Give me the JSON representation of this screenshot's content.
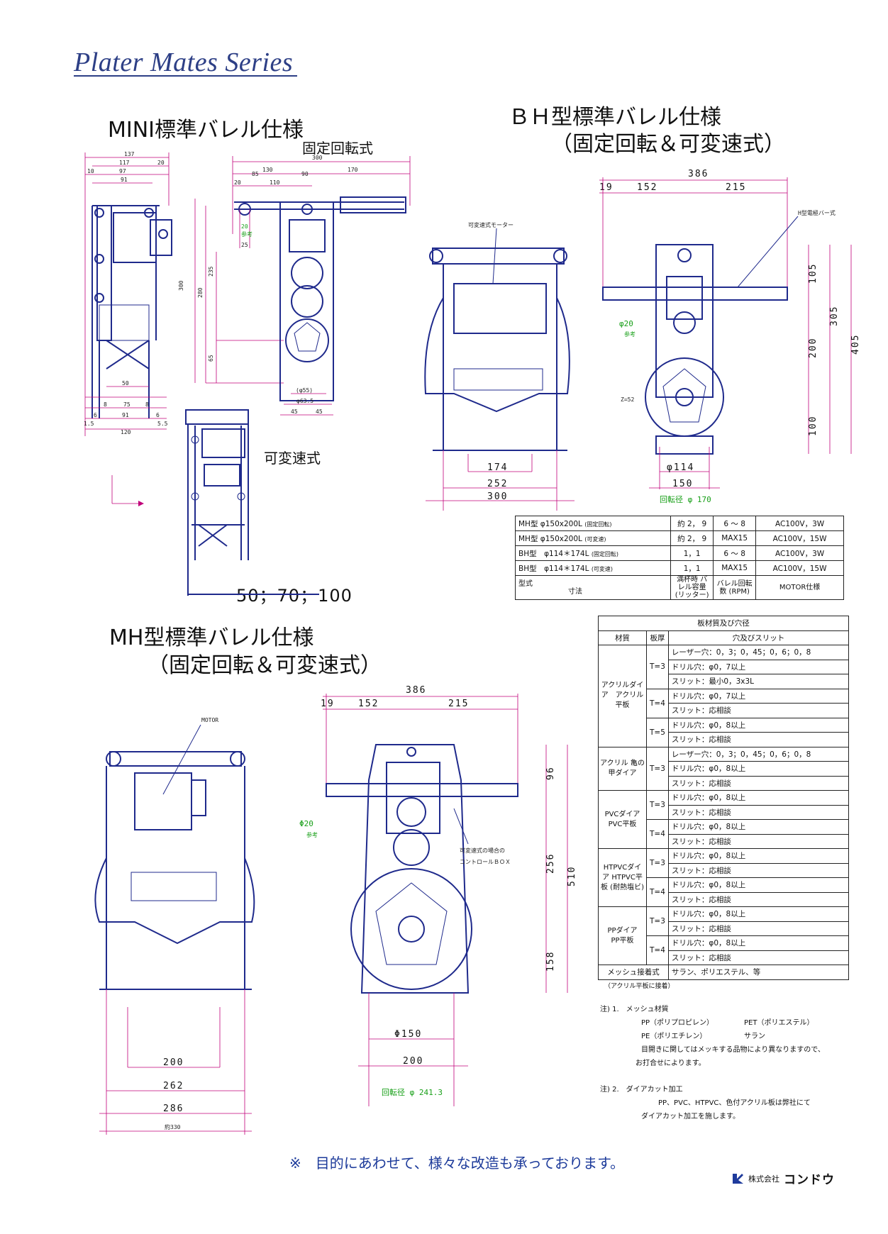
{
  "series_title": "Plater Mates Series",
  "mini": {
    "heading": "MINI標準バレル仕様",
    "fixed_caption": "固定回転式",
    "variable_caption": "可変速式",
    "size_label": "50；70；100",
    "dims": {
      "d137": "137",
      "d117": "117",
      "d20a": "20",
      "d10a": "10",
      "d97": "97",
      "d91a": "91",
      "d300a": "300",
      "d130": "130",
      "d170": "170",
      "d85": "85",
      "d90": "90",
      "d110": "110",
      "d20b": "20",
      "d20c": "20",
      "d25": "25",
      "d300b": "300",
      "d280": "280",
      "d235": "235",
      "d65": "65",
      "d50": "50",
      "d75": "75",
      "d91b": "91",
      "d120": "120",
      "d8a": "8",
      "d8b": "8",
      "d6a": "6",
      "d6b": "6",
      "d15a": "1.5",
      "d15b": "5.5",
      "d55": "(φ55)",
      "d635": "φ63.5",
      "d45a": "45",
      "d45b": "45",
      "ref": "参考"
    }
  },
  "bh": {
    "heading_line1": "ＢＨ型標準バレル仕様",
    "heading_line2": "（固定回転＆可変速式）",
    "motor_label": "可変速式モーター",
    "electrode_label": "H型電極バー式",
    "dims": {
      "d386": "386",
      "d19": "19",
      "d152": "152",
      "d215": "215",
      "d105": "105",
      "d305": "305",
      "d405": "405",
      "d200": "200",
      "d100": "100",
      "d174": "174",
      "d252": "252",
      "d300": "300",
      "d114": "φ114",
      "d150": "150",
      "z52": "Z=52",
      "d20": "φ20",
      "ref": "参考",
      "rot_dia": "回転径 φ 170"
    }
  },
  "spec_table": {
    "rows": [
      {
        "model": "MH型 φ150x200L",
        "note": "(固定回転)",
        "capacity": "約 2， 9",
        "rpm": "6 ～ 8",
        "motor": "AC100V，3W"
      },
      {
        "model": "MH型 φ150x200L",
        "note": "(可変速)",
        "capacity": "約 2， 9",
        "rpm": "MAX15",
        "motor": "AC100V，15W"
      },
      {
        "model": "BH型　φ114＊174L",
        "note": "(固定回転)",
        "capacity": "1，1",
        "rpm": "6 ～ 8",
        "motor": "AC100V，3W"
      },
      {
        "model": "BH型　φ114＊174L",
        "note": "(可変速)",
        "capacity": "1，1",
        "rpm": "MAX15",
        "motor": "AC100V，15W"
      }
    ],
    "footer": {
      "type_label": "型式",
      "dim_label": "寸法",
      "capacity_label": "満杯時 バレル容量 (リッター)",
      "rpm_label": "バレル回転数 (RPM)",
      "motor_label": "MOTOR仕様"
    }
  },
  "mh": {
    "heading_line1": "MH型標準バレル仕様",
    "heading_line2": "（固定回転＆可変速式）",
    "motor_label": "MOTOR",
    "control_label_1": "可変速式の場合の",
    "control_label_2": "コントロールＢＯＸ",
    "dims": {
      "d386": "386",
      "d19": "19",
      "d152": "152",
      "d215": "215",
      "d96": "96",
      "d256": "256",
      "d510": "510",
      "d158": "158",
      "d20": "Φ20",
      "ref": "参考",
      "d150": "Φ150",
      "d200b": "200",
      "rot_dia": "回転径 φ 241.3",
      "d200": "200",
      "d262": "262",
      "d286": "286",
      "d330": "約330"
    }
  },
  "material_table": {
    "title": "板材質及び穴径",
    "header": {
      "material": "材質",
      "thickness": "板厚",
      "holes": "穴及びスリット"
    },
    "groups": [
      {
        "name": "アクリルダイア　アクリル平板",
        "subgroups": [
          {
            "t": "T=3",
            "rows": [
              "レーザー穴：0，3；0，45；0，6；0，8",
              "ドリル穴：φ0，7以上",
              "スリット：最小0，3x3L"
            ]
          },
          {
            "t": "T=4",
            "rows": [
              "ドリル穴：φ0，7以上",
              "スリット：応相談"
            ]
          },
          {
            "t": "T=5",
            "rows": [
              "ドリル穴：φ0，8以上",
              "スリット：応相談"
            ]
          }
        ]
      },
      {
        "name": "アクリル 亀の甲ダイア",
        "subgroups": [
          {
            "t": "T=3",
            "rows": [
              "レーザー穴：0，3；0，45；0，6；0，8",
              "ドリル穴：φ0，8以上",
              "スリット：応相談"
            ]
          }
        ]
      },
      {
        "name": "PVCダイア　PVC平板",
        "subgroups": [
          {
            "t": "T=3",
            "rows": [
              "ドリル穴：φ0，8以上",
              "スリット：応相談"
            ]
          },
          {
            "t": "T=4",
            "rows": [
              "ドリル穴：φ0，8以上",
              "スリット：応相談"
            ]
          }
        ]
      },
      {
        "name": "HTPVCダイア HTPVC平板 (耐熱塩ビ)",
        "subgroups": [
          {
            "t": "T=3",
            "rows": [
              "ドリル穴：φ0，8以上",
              "スリット：応相談"
            ]
          },
          {
            "t": "T=4",
            "rows": [
              "ドリル穴：φ0，8以上",
              "スリット：応相談"
            ]
          }
        ]
      },
      {
        "name": "PPダイア　PP平板",
        "subgroups": [
          {
            "t": "T=3",
            "rows": [
              "ドリル穴：φ0，8以上",
              "スリット：応相談"
            ]
          },
          {
            "t": "T=4",
            "rows": [
              "ドリル穴：φ0，8以上",
              "スリット：応相談"
            ]
          }
        ]
      }
    ],
    "mesh_row": {
      "label": "メッシュ接着式",
      "value": "サラン、ポリエステル、等"
    },
    "mesh_note": "（アクリル平板に接着）"
  },
  "notes": {
    "note1_title": "注) 1.　メッシュ材質",
    "pp": "PP（ポリプロピレン）",
    "pet": "PET（ポリエステル）",
    "pe": "PE（ポリエチレン）",
    "saran": "サラン",
    "text1": "目開きに関してはメッキする品物により異なりますので、",
    "text2": "お打合せによります。",
    "note2_title": "注) 2.　ダイアカット加工",
    "text3": "PP、PVC、HTPVC、色付アクリル板は弊社にて",
    "text4": "ダイアカット加工を施します。"
  },
  "footer_message": "※　目的にあわせて、様々な改造も承っております。",
  "company": {
    "prefix": "株式会社",
    "name": "コンドウ"
  },
  "colors": {
    "line": "#1f2a8c",
    "dim": "#c0007a",
    "accent_green": "#1aa01a",
    "title": "#2d3f86"
  }
}
